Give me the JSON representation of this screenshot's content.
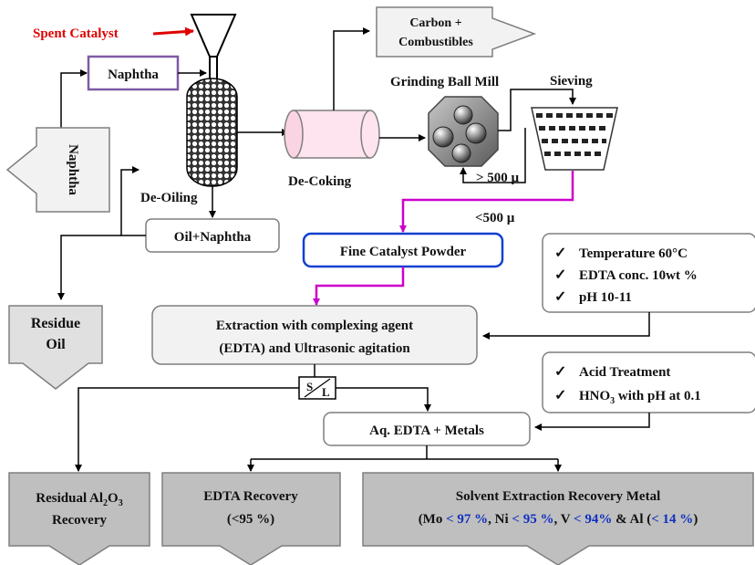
{
  "labels": {
    "spent_catalyst": "Spent Catalyst",
    "naphtha_box": "Naphtha",
    "naphtha_arrow": "Naphtha",
    "carbon_line1": "Carbon +",
    "carbon_line2": "Combustibles",
    "grinding": "Grinding Ball Mill",
    "sieving": "Sieving",
    "de_coking": "De-Coking",
    "de_oiling": "De-Oiling",
    "gt500": "> 500 µ",
    "lt500": "<500 µ",
    "oil_naphtha": "Oil+Naphtha",
    "fine_powder": "Fine Catalyst Powder",
    "residue_line1": "Residue",
    "residue_line2": "Oil",
    "extraction_line1": "Extraction  with complexing agent",
    "extraction_line2": "(EDTA)  and Ultrasonic agitation",
    "s": "S",
    "l": "L",
    "aq_edta": "Aq. EDTA + Metals",
    "residual_al2o3_a": "Residual Al",
    "residual_al2o3_sub2": "2",
    "residual_al2o3_o": "O",
    "residual_al2o3_sub3": "3",
    "residual_line2": "Recovery",
    "edta_line1": "EDTA Recovery",
    "edta_line2": "(<95 %)",
    "solvent_line1": "Solvent Extraction Recovery Metal",
    "solvent_mo": "(Mo ",
    "solvent_mo_val": "< 97 %",
    "solvent_ni": ", Ni ",
    "solvent_ni_val": "< 95 %",
    "solvent_v": ", V ",
    "solvent_v_val": "< 94%",
    "solvent_al": " & Al (",
    "solvent_al_val": "< 14 %",
    "solvent_end": ")"
  },
  "conditions_1": {
    "item1": "Temperature 60°C",
    "item2": "EDTA  conc. 10wt %",
    "item3": "pH 10-11"
  },
  "conditions_2": {
    "item1": "Acid  Treatment",
    "item2_a": "HNO",
    "item2_sub": "3",
    "item2_b": " with pH at 0.1"
  },
  "check": "✓",
  "colors": {
    "red": "#e00000",
    "purple_border": "#7e5aa6",
    "blue_border": "#1040d0",
    "magenta": "#cc00cc",
    "value_blue": "#1030c0",
    "gray_fill": "#bfbfbf",
    "light_fill": "#f2f2f2"
  }
}
